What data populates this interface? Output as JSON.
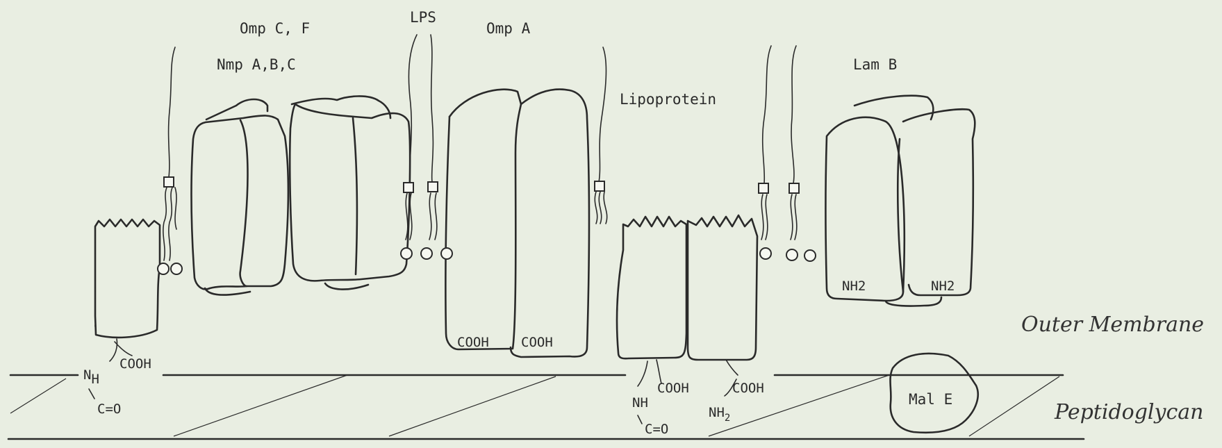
{
  "labels": {
    "omp_cf": "Omp C, F",
    "nmp_abc": "Nmp A,B,C",
    "lps": "LPS",
    "omp_a": "Omp A",
    "lipoprotein": "Lipoprotein",
    "lam_b": "Lam B",
    "outer_membrane": "Outer Membrane",
    "peptidoglycan": "Peptidoglycan",
    "mal_e": "Mal E"
  },
  "chem": {
    "nh": "N",
    "h": "H",
    "cooh": "COOH",
    "co": "C=O",
    "nh_plain": "NH",
    "nh2": "NH",
    "two": "2",
    "lamb_nh2": "NH2"
  }
}
